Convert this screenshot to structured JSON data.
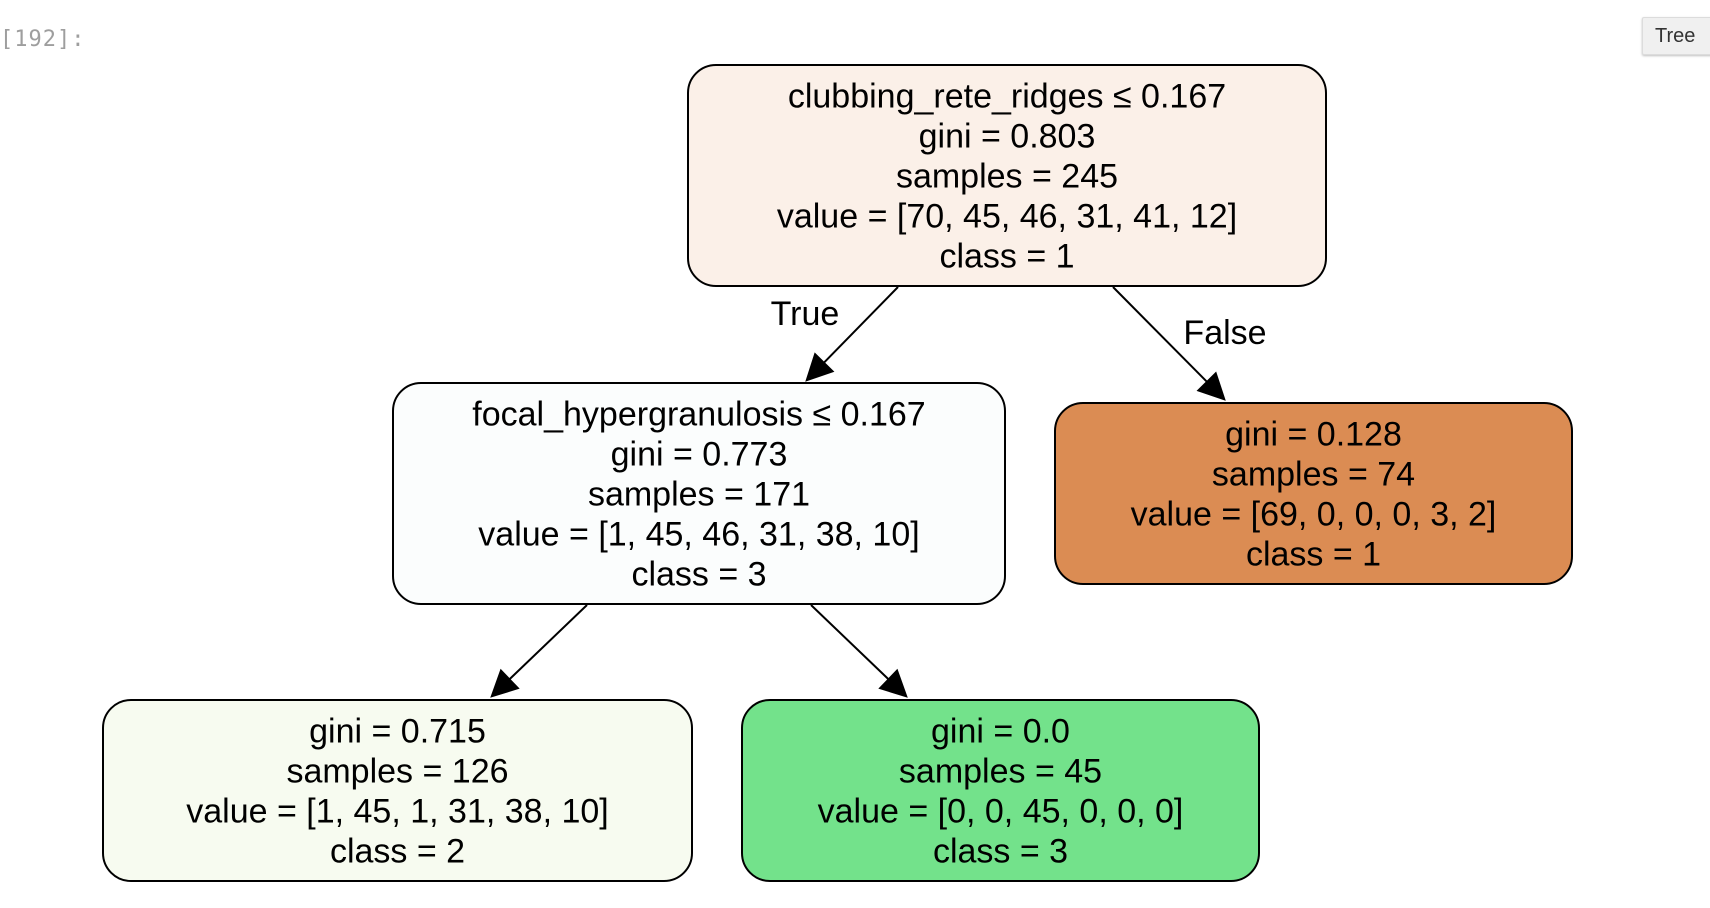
{
  "cell": {
    "prompt": "[192]:"
  },
  "toolbar": {
    "tree_button_label": "Tree"
  },
  "tree": {
    "nodes": [
      {
        "id": "root",
        "fill": "#fbf0e8",
        "lines": [
          "clubbing_rete_ridges ≤ 0.167",
          "gini = 0.803",
          "samples = 245",
          "value = [70, 45, 46, 31, 41, 12]",
          "class = 1"
        ]
      },
      {
        "id": "left",
        "fill": "#fbfdfd",
        "lines": [
          "focal_hypergranulosis ≤ 0.167",
          "gini = 0.773",
          "samples = 171",
          "value = [1, 45, 46, 31, 38, 10]",
          "class = 3"
        ]
      },
      {
        "id": "right",
        "fill": "#db8c53",
        "lines": [
          "gini = 0.128",
          "samples = 74",
          "value = [69, 0, 0, 0, 3, 2]",
          "class = 1"
        ]
      },
      {
        "id": "left-left",
        "fill": "#f7fbf0",
        "lines": [
          "gini = 0.715",
          "samples = 126",
          "value = [1, 45, 1, 31, 38, 10]",
          "class = 2"
        ]
      },
      {
        "id": "left-right",
        "fill": "#73e28b",
        "lines": [
          "gini = 0.0",
          "samples = 45",
          "value = [0, 0, 45, 0, 0, 0]",
          "class = 3"
        ]
      }
    ],
    "edges": [
      {
        "from": "root",
        "to": "left",
        "label": "True"
      },
      {
        "from": "root",
        "to": "right",
        "label": "False"
      },
      {
        "from": "left",
        "to": "left-left",
        "label": ""
      },
      {
        "from": "left",
        "to": "left-right",
        "label": ""
      }
    ]
  }
}
